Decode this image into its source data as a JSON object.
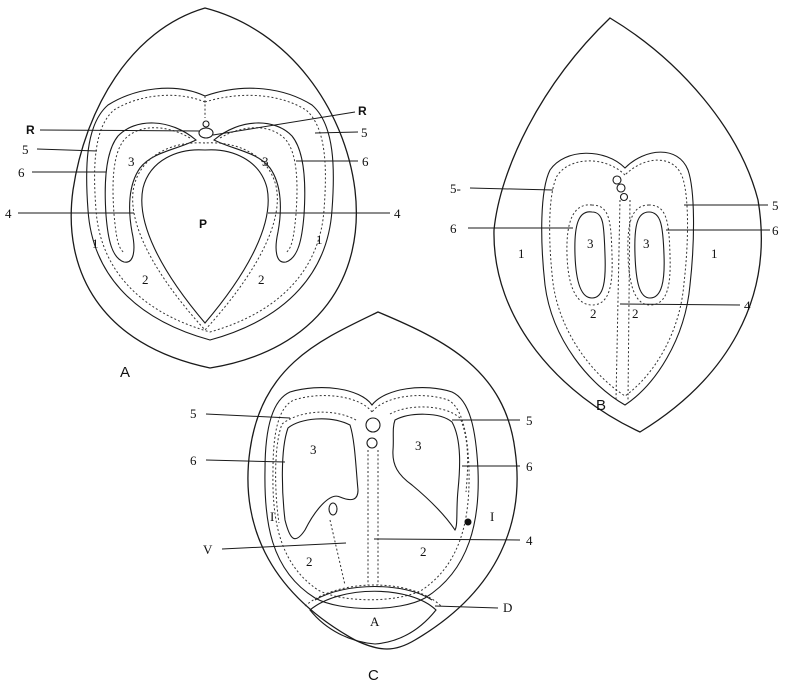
{
  "figures": {
    "A": {
      "caption": "A",
      "labels": {
        "R_left": "R",
        "R_right": "R",
        "n5_left": "5",
        "n5_right": "5",
        "n6_left": "6",
        "n6_right": "6",
        "n4_left": "4",
        "n4_right": "4",
        "n3_left": "3",
        "n3_right": "3",
        "n2_left": "2",
        "n2_right": "2",
        "n1_left": "1",
        "n1_right": "1",
        "P": "P"
      }
    },
    "B": {
      "caption": "B",
      "labels": {
        "n5_left": "5-",
        "n5_right": "5",
        "n6_left": "6",
        "n6_right": "6",
        "n3_left": "3",
        "n3_right": "3",
        "n2_left": "2",
        "n2_right": "2",
        "n1_left": "1",
        "n1_right": "1",
        "n4": "4"
      }
    },
    "C": {
      "caption": "C",
      "labels": {
        "n5_left": "5",
        "n5_right": "5",
        "n6_left": "6",
        "n6_right": "6",
        "n3_left": "3",
        "n3_right": "3",
        "n2_left": "2",
        "n2_right": "2",
        "n1_left": "I",
        "n1_right": "I",
        "V": "V",
        "n4": "4",
        "A": "A",
        "D": "D"
      }
    }
  }
}
